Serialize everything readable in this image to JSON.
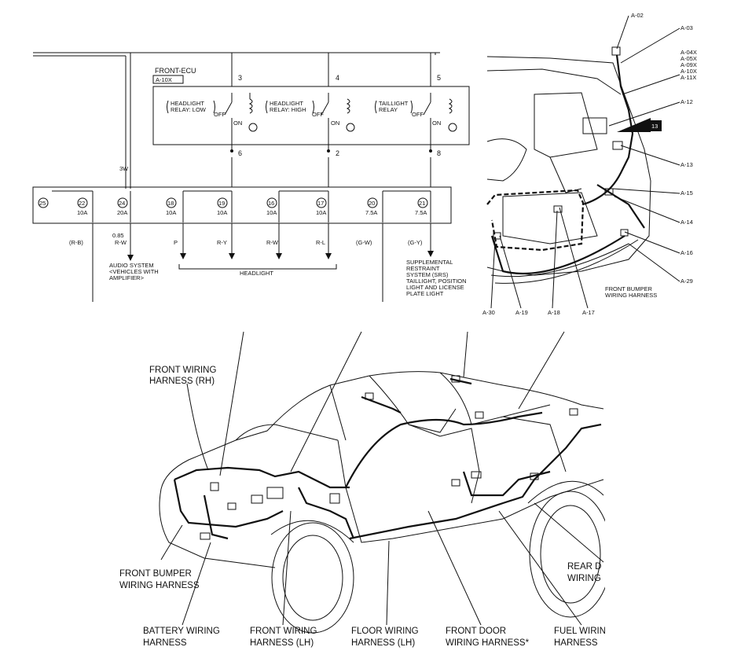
{
  "schematic": {
    "module_label": "FRONT-ECU",
    "module_code": "A-10X",
    "relays": [
      {
        "line1": "HEADLIGHT",
        "line2": "RELAY: LOW",
        "top_pin": "3",
        "bottom_pin": "6"
      },
      {
        "line1": "HEADLIGHT",
        "line2": "RELAY: HIGH",
        "top_pin": "4",
        "bottom_pin": "2"
      },
      {
        "line1": "TAILLIGHT",
        "line2": "RELAY",
        "top_pin": "5",
        "bottom_pin": "8"
      }
    ],
    "off_label": "OFF",
    "on_label": "ON",
    "wire_3w": "3W",
    "fuses": [
      {
        "num": "25",
        "amp": ""
      },
      {
        "num": "22",
        "amp": "10A"
      },
      {
        "num": "24",
        "amp": "20A"
      },
      {
        "num": "18",
        "amp": "10A"
      },
      {
        "num": "19",
        "amp": "10A"
      },
      {
        "num": "16",
        "amp": "10A"
      },
      {
        "num": "17",
        "amp": "10A"
      },
      {
        "num": "20",
        "amp": "7.5A"
      },
      {
        "num": "21",
        "amp": "7.5A"
      }
    ],
    "wire_colors": [
      "(R-B)",
      "R-W",
      "P",
      "R-Y",
      "R-W",
      "R-L",
      "(G-W)",
      "(G-Y)"
    ],
    "wire_size": "0.85",
    "audio_note": [
      "AUDIO SYSTEM",
      "<VEHICLES WITH",
      "AMPLIFIER>"
    ],
    "headlight_label": "HEADLIGHT",
    "srs_note": [
      "SUPPLEMENTAL",
      "RESTRAINT",
      "SYSTEM (SRS)",
      "TAILLIGHT, POSITION",
      "LIGHT AND LICENSE",
      "PLATE LIGHT"
    ]
  },
  "engine_bay": {
    "connectors": [
      "A-02",
      "A-03",
      "A-04X",
      "A-05X",
      "A-09X",
      "A-10X",
      "A-11X",
      "A-12",
      "A-13",
      "A-15",
      "A-14",
      "A-16",
      "A-29",
      "A-30",
      "A-19",
      "A-18",
      "A-17"
    ],
    "badge": "13",
    "bumper_label": [
      "FRONT BUMPER",
      "WIRING HARNESS"
    ]
  },
  "car": {
    "labels": {
      "front_rh": [
        "FRONT WIRING",
        "HARNESS (RH)"
      ],
      "front_bumper": [
        "FRONT BUMPER",
        "WIRING HARNESS"
      ],
      "battery": [
        "BATTERY WIRING",
        "HARNESS"
      ],
      "front_lh": [
        "FRONT WIRING",
        "HARNESS (LH)"
      ],
      "floor": [
        "FLOOR WIRING",
        "HARNESS (LH)"
      ],
      "front_door": [
        "FRONT DOOR",
        "WIRING HARNESS*"
      ],
      "fuel": [
        "FUEL WIRIN",
        "HARNESS"
      ],
      "rear_door": [
        "REAR D",
        "WIRING"
      ]
    }
  }
}
